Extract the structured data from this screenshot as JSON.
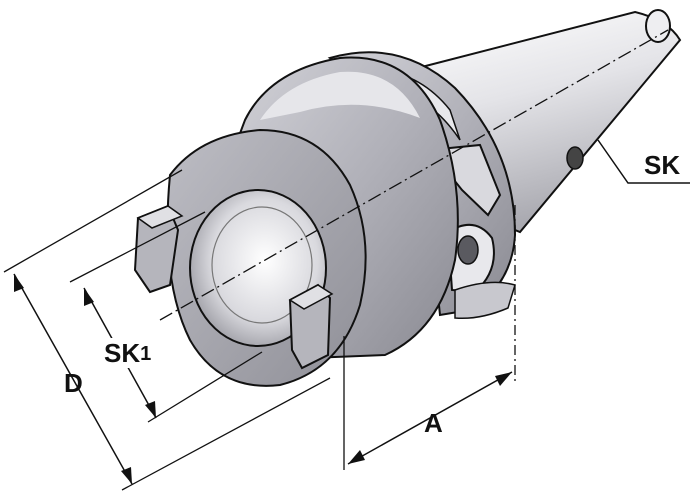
{
  "labels": {
    "sk": "SK",
    "sk1_main": "SK",
    "sk1_sub": "1",
    "d": "D",
    "a": "A"
  },
  "colors": {
    "outline": "#111111",
    "body_light": "#f4f4f6",
    "body_mid": "#c9c9cf",
    "body_dark": "#8e8e96",
    "collar": "#b4b4bb",
    "dimension": "#111111"
  }
}
